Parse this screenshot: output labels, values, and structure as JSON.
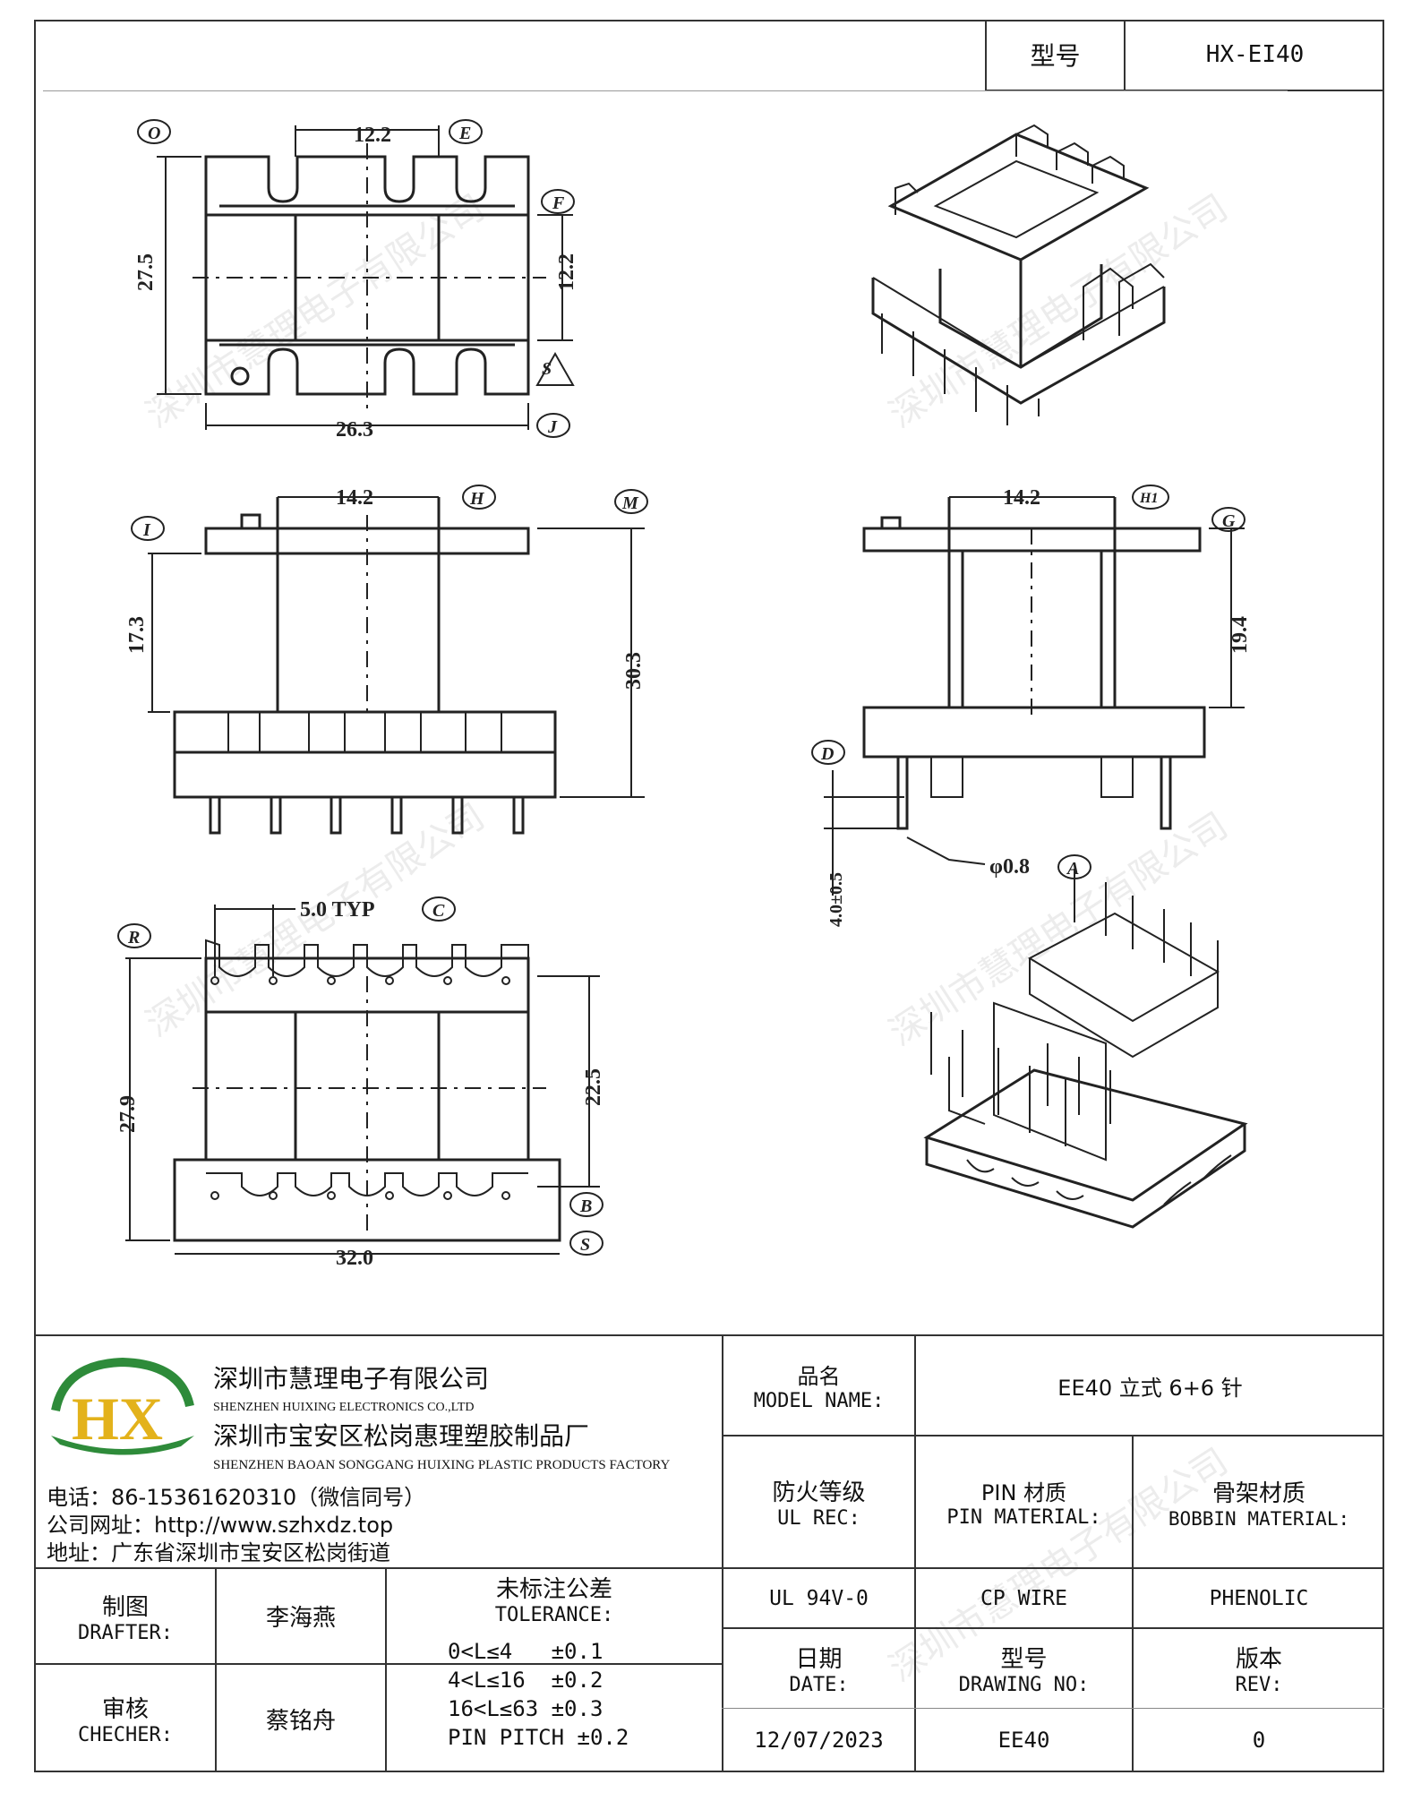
{
  "header": {
    "model_label": "型号",
    "model_value": "HX-EI40"
  },
  "watermark": "深圳市慧理电子有限公司",
  "drawing": {
    "top_view": {
      "dim_width_top": "12.2",
      "dim_height": "27.5",
      "dim_right": "12.2",
      "dim_bottom": "26.3",
      "marks": [
        "O",
        "E",
        "F",
        "S",
        "J"
      ]
    },
    "front_view": {
      "dim_span": "14.2",
      "dim_left": "17.3",
      "dim_right": "30.3",
      "marks": [
        "I",
        "H",
        "M"
      ]
    },
    "side_view": {
      "dim_span": "14.2",
      "dim_right": "19.4",
      "dim_pin": "4.0±0.5",
      "dim_dia": "φ0.8",
      "marks": [
        "H1",
        "G",
        "D",
        "A"
      ]
    },
    "bottom_view": {
      "dim_pitch": "5.0 TYP",
      "dim_left": "27.9",
      "dim_right": "22.5",
      "dim_bottom": "32.0",
      "marks": [
        "R",
        "C",
        "B",
        "S"
      ]
    }
  },
  "company": {
    "name_cn": "深圳市慧理电子有限公司",
    "name_en": "SHENZHEN HUIXING ELECTRONICS CO.,LTD",
    "factory_cn": "深圳市宝安区松岗惠理塑胶制品厂",
    "factory_en": "SHENZHEN BAOAN SONGGANG HUIXING PLASTIC PRODUCTS FACTORY",
    "phone": "电话：86-15361620310（微信同号）",
    "website": "公司网址：http://www.szhxdz.top",
    "address": "地址：广东省深圳市宝安区松岗街道",
    "logo_text": "HX"
  },
  "title_block": {
    "model_name_cn": "品名",
    "model_name_en": "MODEL NAME:",
    "model_name_value": "EE40 立式 6+6 针",
    "ul_cn": "防火等级",
    "ul_en": "UL REC:",
    "pin_cn": "PIN 材质",
    "pin_en": "PIN MATERIAL:",
    "bobbin_cn": "骨架材质",
    "bobbin_en": "BOBBIN MATERIAL:",
    "ul_value": "UL 94V-0",
    "pin_value": "CP WIRE",
    "bobbin_value": "PHENOLIC",
    "drafter_cn": "制图",
    "drafter_en": "DRAFTER:",
    "drafter_name": "李海燕",
    "checker_cn": "审核",
    "checker_en": "CHECHER:",
    "checker_name": "蔡铭舟",
    "tolerance_cn": "未标注公差",
    "tolerance_en": "TOLERANCE:",
    "tolerance_lines": [
      "0<L≤4   ±0.1",
      "4<L≤16  ±0.2",
      "16<L≤63 ±0.3",
      "PIN PITCH ±0.2"
    ],
    "date_cn": "日期",
    "date_en": "DATE:",
    "date_value": "12/07/2023",
    "drawing_cn": "型号",
    "drawing_en": "DRAWING NO:",
    "drawing_value": "EE40",
    "rev_cn": "版本",
    "rev_en": "REV:",
    "rev_value": "0"
  }
}
